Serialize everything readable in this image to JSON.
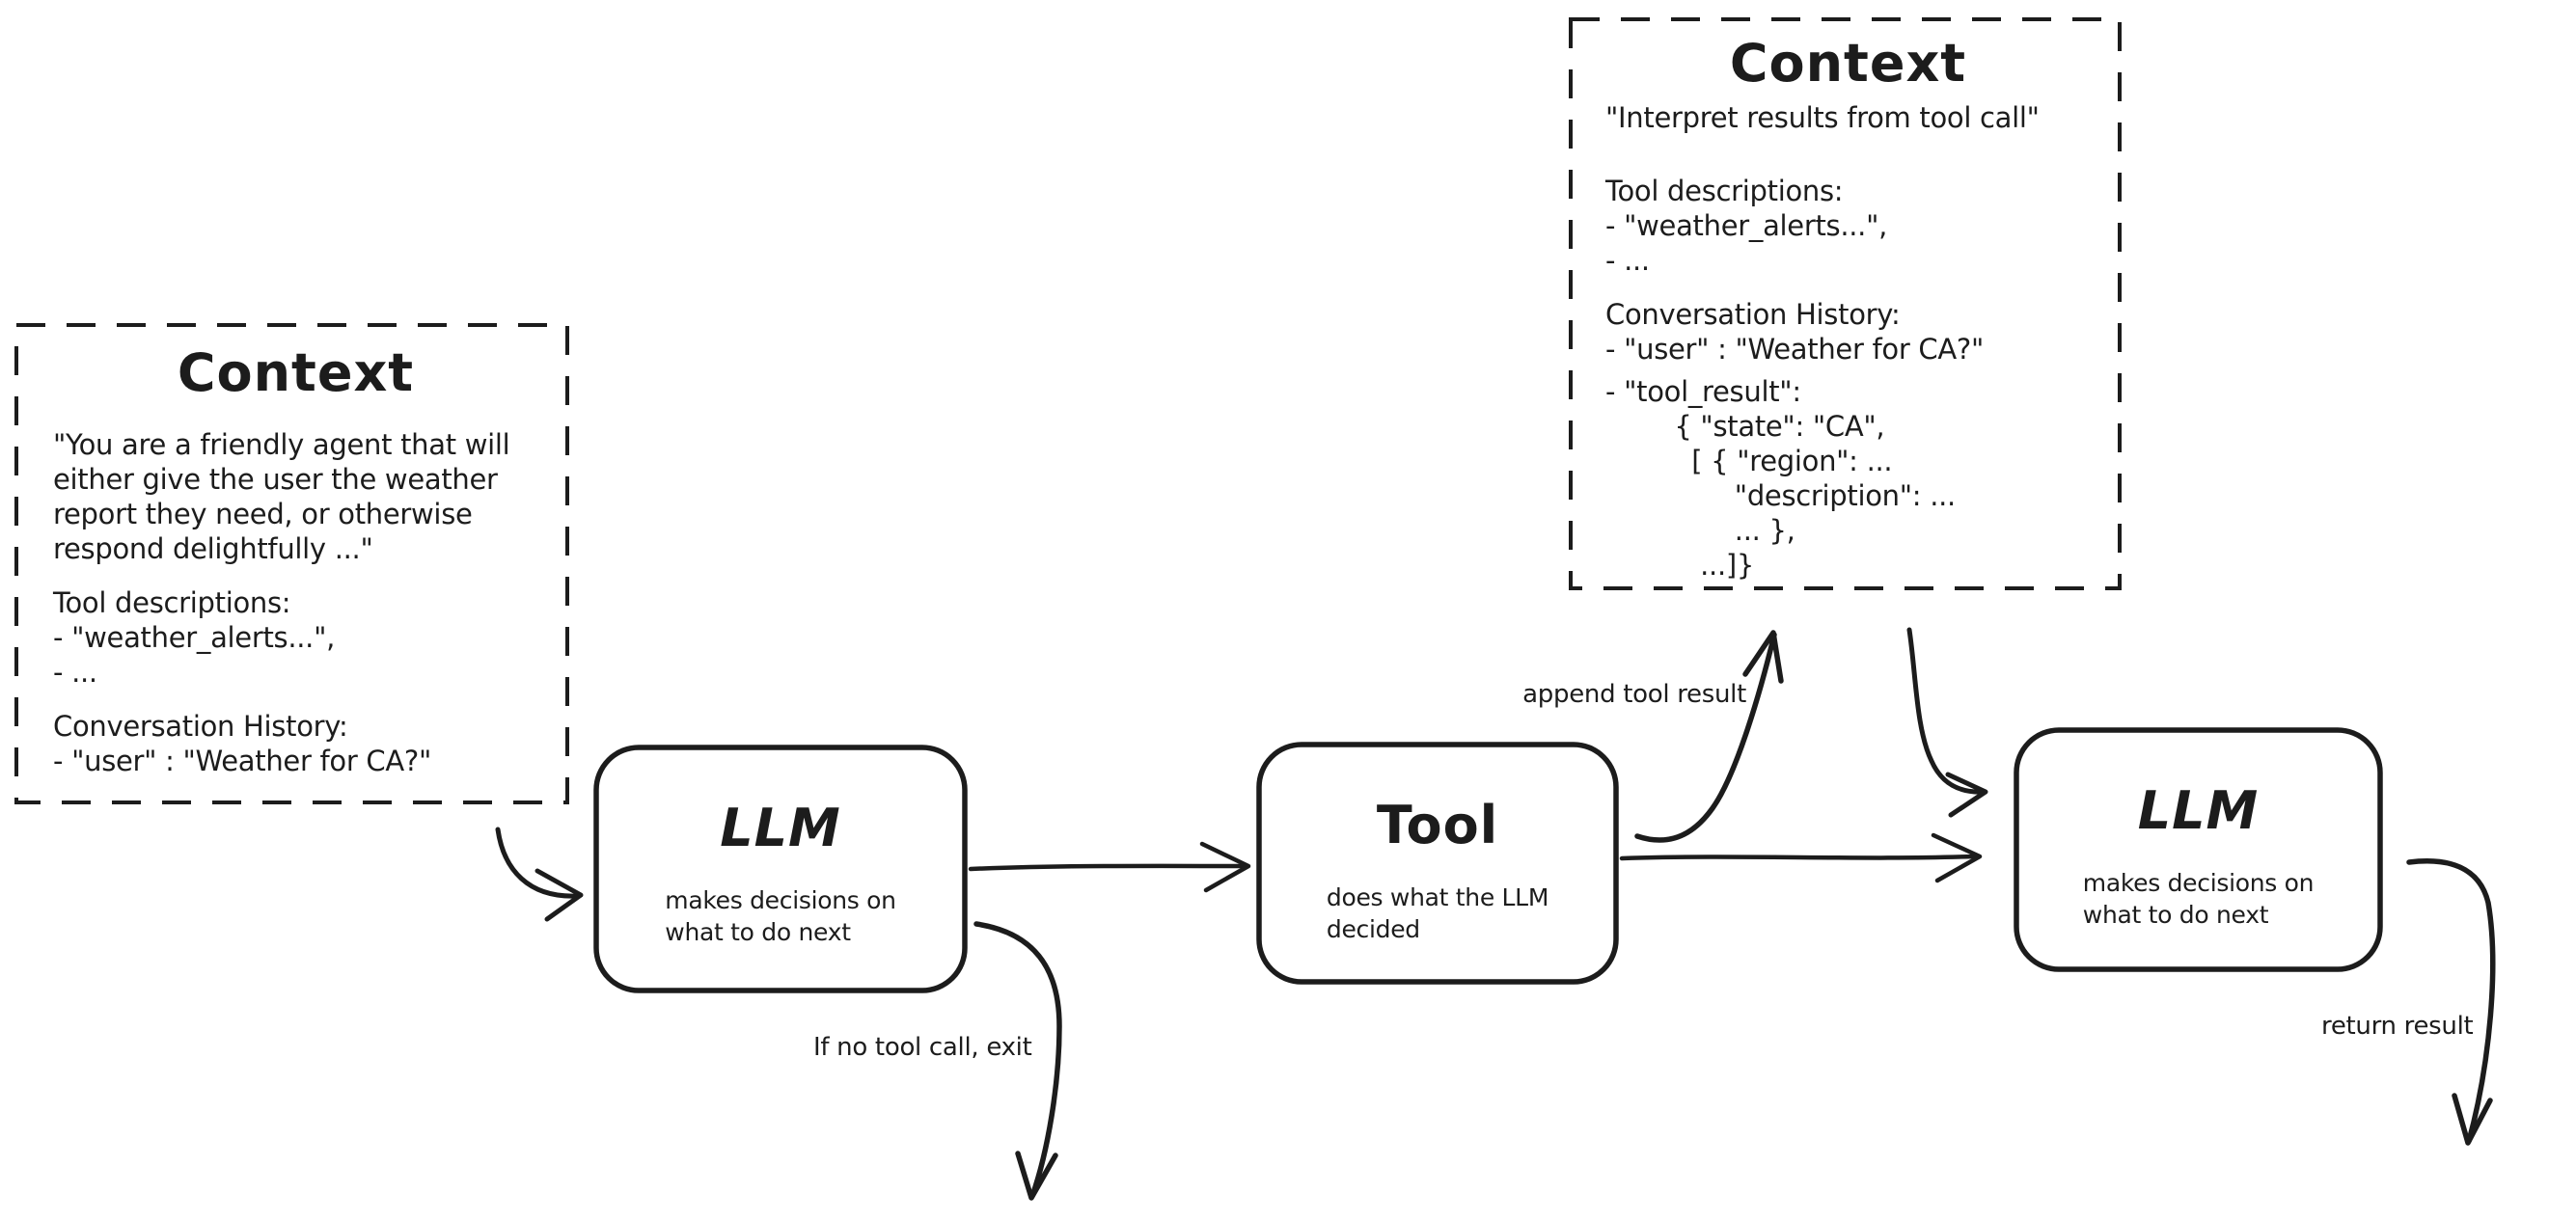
{
  "colors": {
    "ink": "#1c1c1c",
    "background": "#ffffff"
  },
  "context_left": {
    "title": "Context",
    "paragraphs": [
      "\"You are a friendly agent that will\neither give the user the weather\nreport they need, or otherwise\nrespond delightfully ...\"",
      "Tool descriptions:\n- \"weather_alerts...\",\n- ...",
      "Conversation History:\n- \"user\" : \"Weather for CA?\""
    ]
  },
  "context_top": {
    "title": "Context",
    "intro": "\"Interpret results from tool call\"",
    "paragraphs": [
      "Tool descriptions:\n- \"weather_alerts...\",\n- ...",
      "Conversation History:\n- \"user\" : \"Weather for CA?\"",
      "- \"tool_result\":\n        { \"state\": \"CA\",\n          [ { \"region\": ...\n               \"description\": ...\n               ... },\n           ...]}"
    ]
  },
  "nodes": {
    "llm1": {
      "title": "LLM",
      "subtitle": "makes decisions on\nwhat to do next"
    },
    "tool": {
      "title": "Tool",
      "subtitle": "does what the LLM\ndecided"
    },
    "llm2": {
      "title": "LLM",
      "subtitle": "makes decisions on\nwhat to do next"
    }
  },
  "labels": {
    "append_tool_result": "append tool result",
    "no_tool_call_exit": "If no tool call, exit",
    "return_result": "return result"
  }
}
